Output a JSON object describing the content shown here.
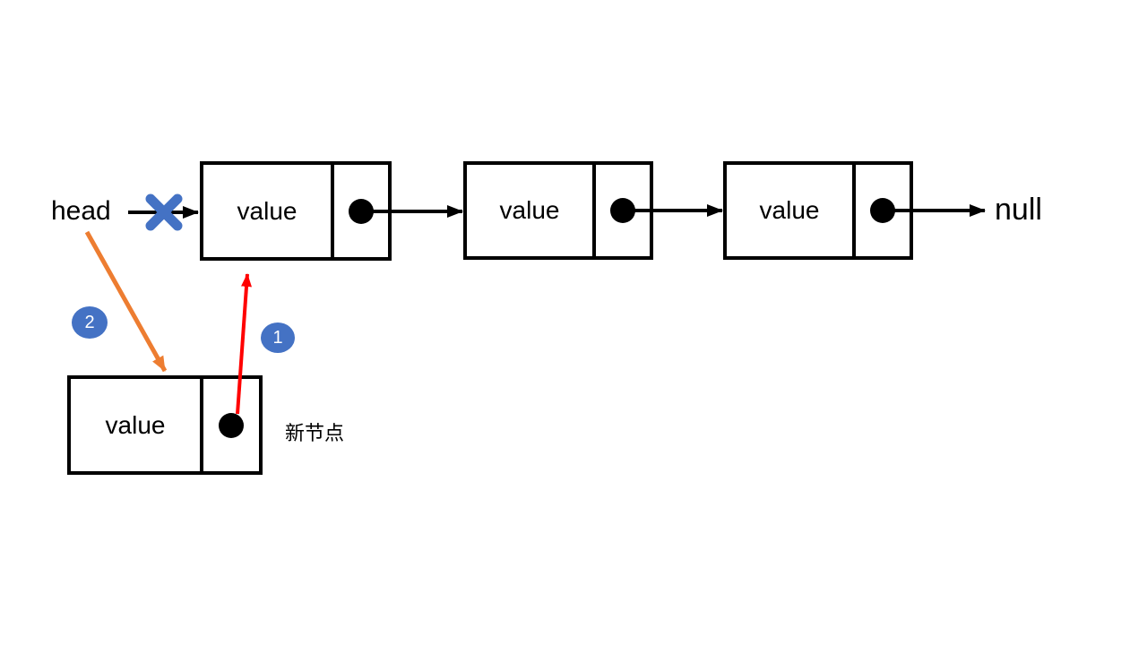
{
  "diagram": {
    "head_label": "head",
    "null_label": "null",
    "nodes": [
      {
        "value": "value"
      },
      {
        "value": "value"
      },
      {
        "value": "value"
      }
    ],
    "new_node": {
      "value": "value",
      "caption": "新节点"
    },
    "badges": {
      "step1": "1",
      "step2": "2"
    },
    "icons": {
      "break_cross": "blue X cross over head pointer",
      "pointer_dot": "filled black circle (next pointer)"
    },
    "colors": {
      "badge_blue": "#4472C4",
      "cross_blue": "#4472C4",
      "step2_arrow_orange": "#ED7D31",
      "step1_arrow_red": "#FF0000",
      "line_black": "#000000"
    }
  }
}
